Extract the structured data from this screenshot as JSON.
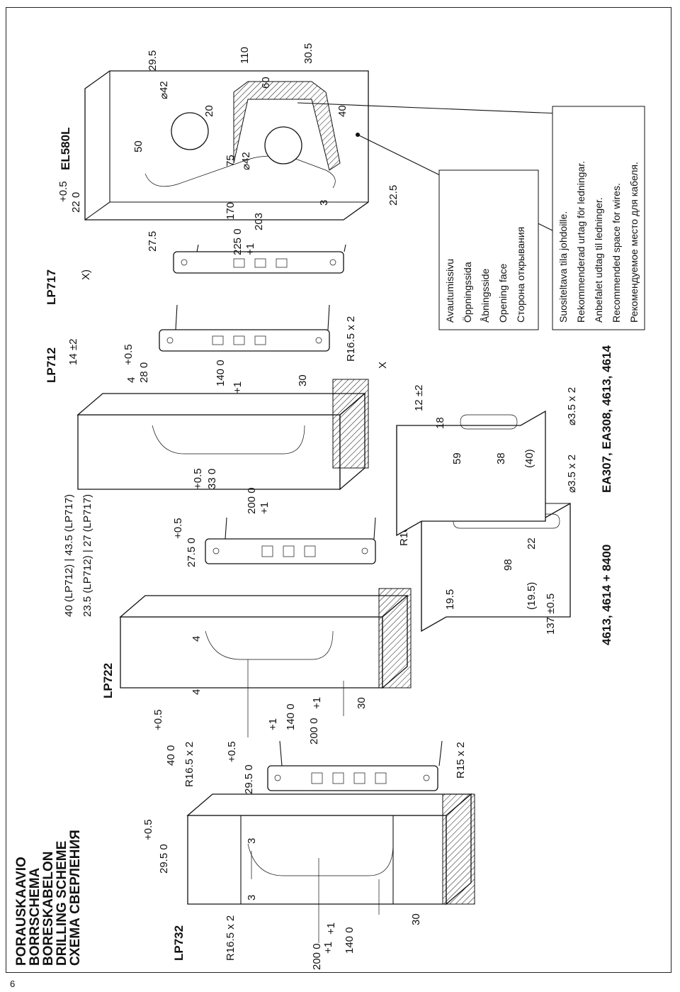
{
  "page_number": "6",
  "title_lines": [
    "PORAUSKAAVIO",
    "BORRSCHEMA",
    "BORESKABELON",
    "DRILLING SCHEME",
    "СХЕМА СВЕРЛЕНИЯ"
  ],
  "models": {
    "lp732": "LP732",
    "lp722": "LP722",
    "lp712": "LP712",
    "lp717": "LP717",
    "el580l": "EL580L",
    "ea_group": "EA307, EA308, 4613, 4614",
    "group_4613": "4613, 4614 + 8400"
  },
  "dims": {
    "d_200": "200 0",
    "d_140": "140 0",
    "d_30": "30",
    "d_3": "3",
    "d_29_5": "29.5 0",
    "tol_05": "+0.5",
    "tol_1": "+1",
    "d_r16_5": "R16.5 x 2",
    "d_r15": "R15 x 2",
    "d_40": "40 0",
    "d_4": "4",
    "d_27_5": "27.5 0",
    "d_40_43": "40 (LP712) | 43.5 (LP717)",
    "d_23_27": "23.5 (LP712) | 27 (LP717)",
    "d_14": "14 ±2",
    "d_33": "33 0",
    "d_28": "28 0",
    "d_x": "X)",
    "d_xx": "X",
    "d_137": "137 ±0.5",
    "d_19_5": "19.5",
    "d_19_5p": "(19.5)",
    "d_98": "98",
    "d_22": "22",
    "d_phi35": "⌀3.5 x 2",
    "d_59": "59",
    "d_38": "38",
    "d_40p": "(40)",
    "d_18": "18",
    "d_12": "12 ±2",
    "d_22e": "22 0",
    "d_27_5e": "27.5",
    "d_225": "225 0",
    "d_203": "203",
    "d_170": "170",
    "d_3e": "3",
    "d_22_5": "22.5",
    "d_50": "50",
    "d_phi42": "⌀42",
    "d_75": "75",
    "d_20": "20",
    "d_29_5e": "29.5",
    "d_110": "110",
    "d_60": "60",
    "d_30_5": "30.5",
    "d_40e": "40"
  },
  "opening_face": [
    "Avautumissivu",
    "Öppningssida",
    "Åbningsside",
    "Opening face",
    "Сторона открывания"
  ],
  "wires_note": [
    "Suositeltava tila johdoille.",
    "Rekommenderad urtag för ledningar.",
    "Anbefalet udtag til ledninger.",
    "Recommended space for wires.",
    "Рекомендуемое место для кабеля."
  ]
}
